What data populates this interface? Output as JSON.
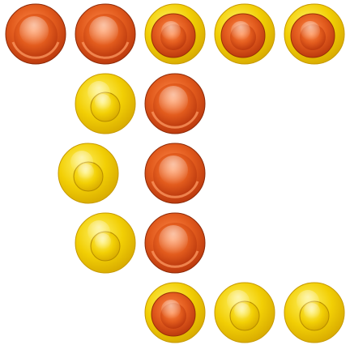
{
  "board": {
    "pieces": [
      {
        "id": "p1",
        "color": "red",
        "row": 1,
        "col": 1
      },
      {
        "id": "p2",
        "color": "red",
        "row": 1,
        "col": 2
      },
      {
        "id": "p3",
        "color": "stack",
        "row": 1,
        "col": 3
      },
      {
        "id": "p4",
        "color": "stack",
        "row": 1,
        "col": 4
      },
      {
        "id": "p5",
        "color": "stack",
        "row": 1,
        "col": 5
      },
      {
        "id": "p6",
        "color": "yellow",
        "row": 2,
        "col": 2
      },
      {
        "id": "p7",
        "color": "red",
        "row": 2,
        "col": 3
      },
      {
        "id": "p8",
        "color": "yellow",
        "row": 3,
        "col": 1.75
      },
      {
        "id": "p9",
        "color": "red",
        "row": 3,
        "col": 3
      },
      {
        "id": "p10",
        "color": "yellow",
        "row": 4,
        "col": 2
      },
      {
        "id": "p11",
        "color": "red",
        "row": 4,
        "col": 3
      },
      {
        "id": "p12",
        "color": "stack",
        "row": 5,
        "col": 3
      },
      {
        "id": "p13",
        "color": "yellow",
        "row": 5,
        "col": 4
      },
      {
        "id": "p14",
        "color": "yellow",
        "row": 5,
        "col": 5
      }
    ],
    "colors": {
      "red_light": "#ff8a4a",
      "red_mid": "#e25b1d",
      "red_dark": "#b8360c",
      "yellow_light": "#fff26a",
      "yellow_mid": "#f2cf05",
      "yellow_dark": "#d6a800"
    }
  }
}
